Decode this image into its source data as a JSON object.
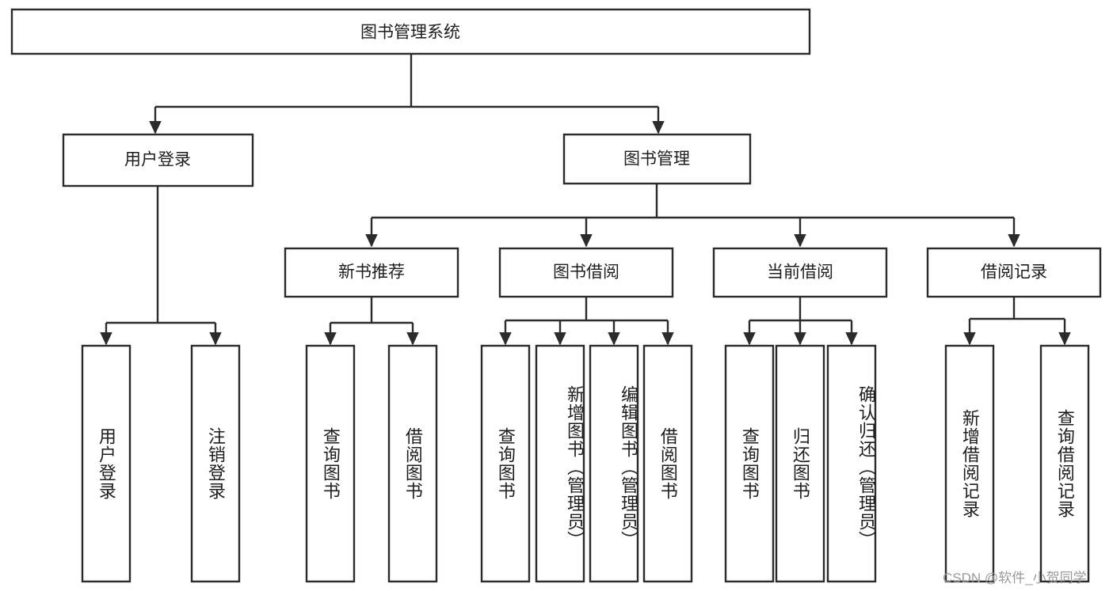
{
  "diagram": {
    "type": "tree-hierarchy",
    "title": "图书管理系统",
    "root": {
      "id": "root",
      "label": "图书管理系统",
      "orientation": "horizontal"
    },
    "level2": [
      {
        "id": "user-login",
        "label": "用户登录",
        "orientation": "horizontal"
      },
      {
        "id": "book-management",
        "label": "图书管理",
        "orientation": "horizontal"
      }
    ],
    "level3": [
      {
        "id": "new-book-recommend",
        "label": "新书推荐",
        "orientation": "horizontal",
        "parent": "book-management"
      },
      {
        "id": "book-borrow",
        "label": "图书借阅",
        "orientation": "horizontal",
        "parent": "book-management"
      },
      {
        "id": "current-borrow",
        "label": "当前借阅",
        "orientation": "horizontal",
        "parent": "book-management"
      },
      {
        "id": "borrow-record",
        "label": "借阅记录",
        "orientation": "horizontal",
        "parent": "book-management"
      }
    ],
    "leaves": [
      {
        "id": "leaf-user-login",
        "label": "用户登录",
        "orientation": "vertical",
        "parent": "user-login"
      },
      {
        "id": "leaf-logout-login",
        "label": "注销登录",
        "orientation": "vertical",
        "parent": "user-login"
      },
      {
        "id": "leaf-query-book-1",
        "label": "查询图书",
        "orientation": "vertical",
        "parent": "new-book-recommend"
      },
      {
        "id": "leaf-borrow-book-1",
        "label": "借阅图书",
        "orientation": "vertical",
        "parent": "new-book-recommend"
      },
      {
        "id": "leaf-query-book-2",
        "label": "查询图书",
        "orientation": "vertical",
        "parent": "book-borrow"
      },
      {
        "id": "leaf-add-book-admin",
        "label": "新增图书（管理员）",
        "orientation": "vertical",
        "parent": "book-borrow"
      },
      {
        "id": "leaf-edit-book-admin",
        "label": "编辑图书（管理员）",
        "orientation": "vertical",
        "parent": "book-borrow"
      },
      {
        "id": "leaf-borrow-book-2",
        "label": "借阅图书",
        "orientation": "vertical",
        "parent": "book-borrow"
      },
      {
        "id": "leaf-query-book-3",
        "label": "查询图书",
        "orientation": "vertical",
        "parent": "current-borrow"
      },
      {
        "id": "leaf-return-book",
        "label": "归还图书",
        "orientation": "vertical",
        "parent": "current-borrow"
      },
      {
        "id": "leaf-confirm-return-admin",
        "label": "确认归还（管理员）",
        "orientation": "vertical",
        "parent": "current-borrow"
      },
      {
        "id": "leaf-add-borrow-record",
        "label": "新增借阅记录",
        "orientation": "vertical",
        "parent": "borrow-record"
      },
      {
        "id": "leaf-query-borrow-record",
        "label": "查询借阅记录",
        "orientation": "vertical",
        "parent": "borrow-record"
      }
    ],
    "colors": {
      "stroke": "#2b2b2b",
      "fill": "#ffffff",
      "text": "#1d1d1d",
      "watermark": "#9a9a9a"
    }
  },
  "watermark": {
    "text": "CSDN @软件_小贺同学"
  }
}
